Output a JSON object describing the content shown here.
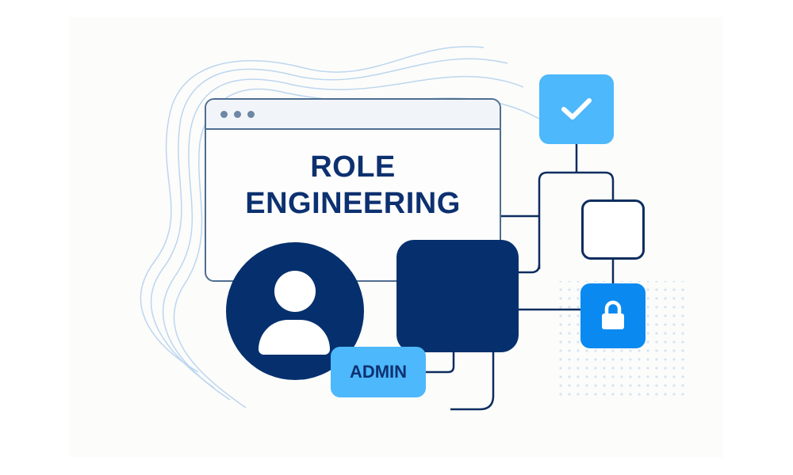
{
  "illustration": {
    "window_title_text": [
      "ROLE",
      "ENGINEERING"
    ],
    "badge_label": "ADMIN",
    "icons": {
      "window_dots": "window-controls-icon",
      "avatar": "user-icon",
      "check": "checkmark-icon",
      "lock": "lock-icon"
    },
    "colors": {
      "navy": "#06306d",
      "title_text": "#0d3170",
      "light_blue": "#4db8fc",
      "bright_blue": "#0a8af0",
      "window_border": "#4f6e90",
      "connector_line": "#0d2d5e",
      "wave_lines": "#bcd6ee",
      "dot_grid": "#d3e4f5"
    }
  }
}
